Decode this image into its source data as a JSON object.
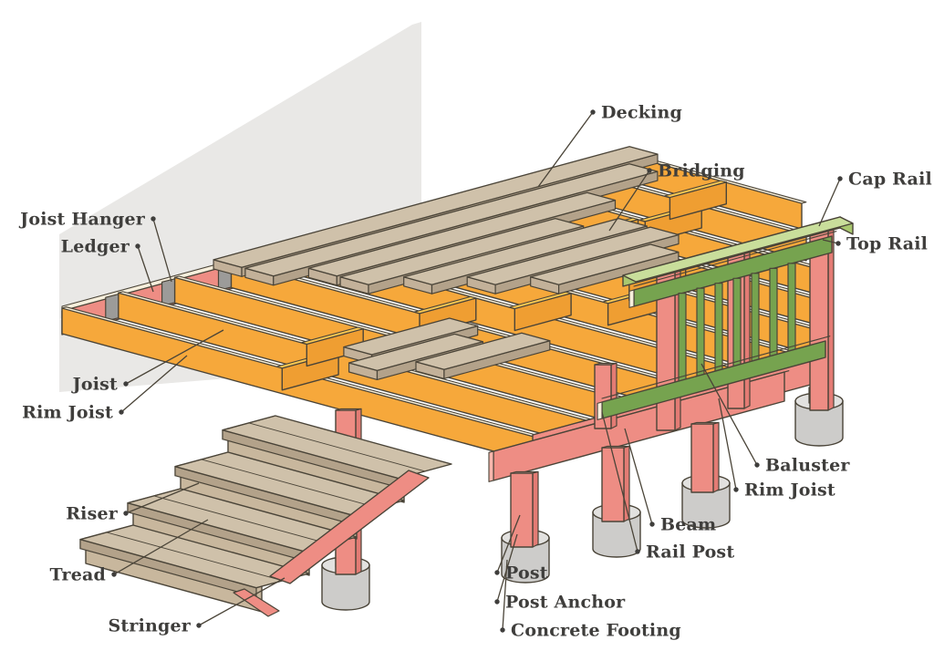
{
  "diagram": {
    "kind": "deck-construction-anatomy",
    "background": "#ffffff"
  },
  "colors": {
    "wall": "#E9E8E6",
    "outline": "#4A4438",
    "joist_side": "#F6A83B",
    "joist_top": "#F8EFD9",
    "bridging_side": "#EF9E32",
    "bridging_top": "#FBC851",
    "deck_top": "#CFC1AA",
    "deck_side": "#B3A28A",
    "deck_end": "#C3B199",
    "riser": "#C8B79D",
    "pink": "#EE8D84",
    "pink_light": "#F7B6AC",
    "pink_dark": "#E37B74",
    "cream": "#F7EFDC",
    "green": "#76A34F",
    "green_light": "#9CBE6C",
    "cap_top": "#C9DE9B",
    "cap_side": "#A9C86F",
    "concrete": "#CDCCCA",
    "concrete_top": "#E2E1DF",
    "anchor": "#8E8D8B",
    "hanger": "#9C9B99",
    "label_text": "#3F3E3C"
  },
  "labels": [
    {
      "id": "decking",
      "text": "Decking",
      "side": "right",
      "dot": [
        650,
        123
      ],
      "target": [
        590,
        205
      ]
    },
    {
      "id": "bridging",
      "text": "Bridging",
      "side": "right",
      "dot": [
        712,
        187
      ],
      "target": [
        668,
        253
      ]
    },
    {
      "id": "cap-rail",
      "text": "Cap Rail",
      "side": "right",
      "dot": [
        921,
        196
      ],
      "target": [
        898,
        248
      ]
    },
    {
      "id": "top-rail",
      "text": "Top Rail",
      "side": "right",
      "dot": [
        919,
        267
      ],
      "target": [
        902,
        263
      ]
    },
    {
      "id": "joist-hanger",
      "text": "Joist Hanger",
      "side": "left",
      "dot": [
        168,
        240
      ],
      "target": [
        188,
        309
      ]
    },
    {
      "id": "ledger",
      "text": "Ledger",
      "side": "left",
      "dot": [
        151,
        270
      ],
      "target": [
        168,
        320
      ]
    },
    {
      "id": "joist",
      "text": "Joist",
      "side": "left",
      "dot": [
        138,
        421
      ],
      "target": [
        245,
        362
      ]
    },
    {
      "id": "rim-joist-left",
      "text": "Rim Joist",
      "side": "left",
      "dot": [
        133,
        452
      ],
      "target": [
        205,
        390
      ]
    },
    {
      "id": "riser",
      "text": "Riser",
      "side": "left",
      "dot": [
        138,
        563
      ],
      "target": [
        218,
        530
      ]
    },
    {
      "id": "tread",
      "text": "Tread",
      "side": "left",
      "dot": [
        125,
        630
      ],
      "target": [
        228,
        570
      ]
    },
    {
      "id": "stringer",
      "text": "Stringer",
      "side": "left",
      "dot": [
        218,
        686
      ],
      "target": [
        312,
        634
      ]
    },
    {
      "id": "baluster",
      "text": "Baluster",
      "side": "right",
      "dot": [
        830,
        510
      ],
      "target": [
        769,
        399
      ]
    },
    {
      "id": "rim-joist-right",
      "text": "Rim Joist",
      "side": "right",
      "dot": [
        807,
        537
      ],
      "target": [
        788,
        437
      ]
    },
    {
      "id": "beam",
      "text": "Beam",
      "side": "right",
      "dot": [
        715,
        575
      ],
      "target": [
        685,
        470
      ]
    },
    {
      "id": "rail-post",
      "text": "Rail Post",
      "side": "right",
      "dot": [
        699,
        605
      ],
      "target": [
        660,
        452
      ]
    },
    {
      "id": "post",
      "text": "Post",
      "side": "right",
      "dot": [
        545,
        628
      ],
      "target": [
        570,
        565
      ]
    },
    {
      "id": "post-anchor",
      "text": "Post Anchor",
      "side": "right",
      "dot": [
        545,
        660
      ],
      "target": [
        567,
        586
      ]
    },
    {
      "id": "concrete-footing",
      "text": "Concrete Footing",
      "side": "right",
      "dot": [
        551,
        691
      ],
      "target": [
        556,
        614
      ]
    }
  ]
}
